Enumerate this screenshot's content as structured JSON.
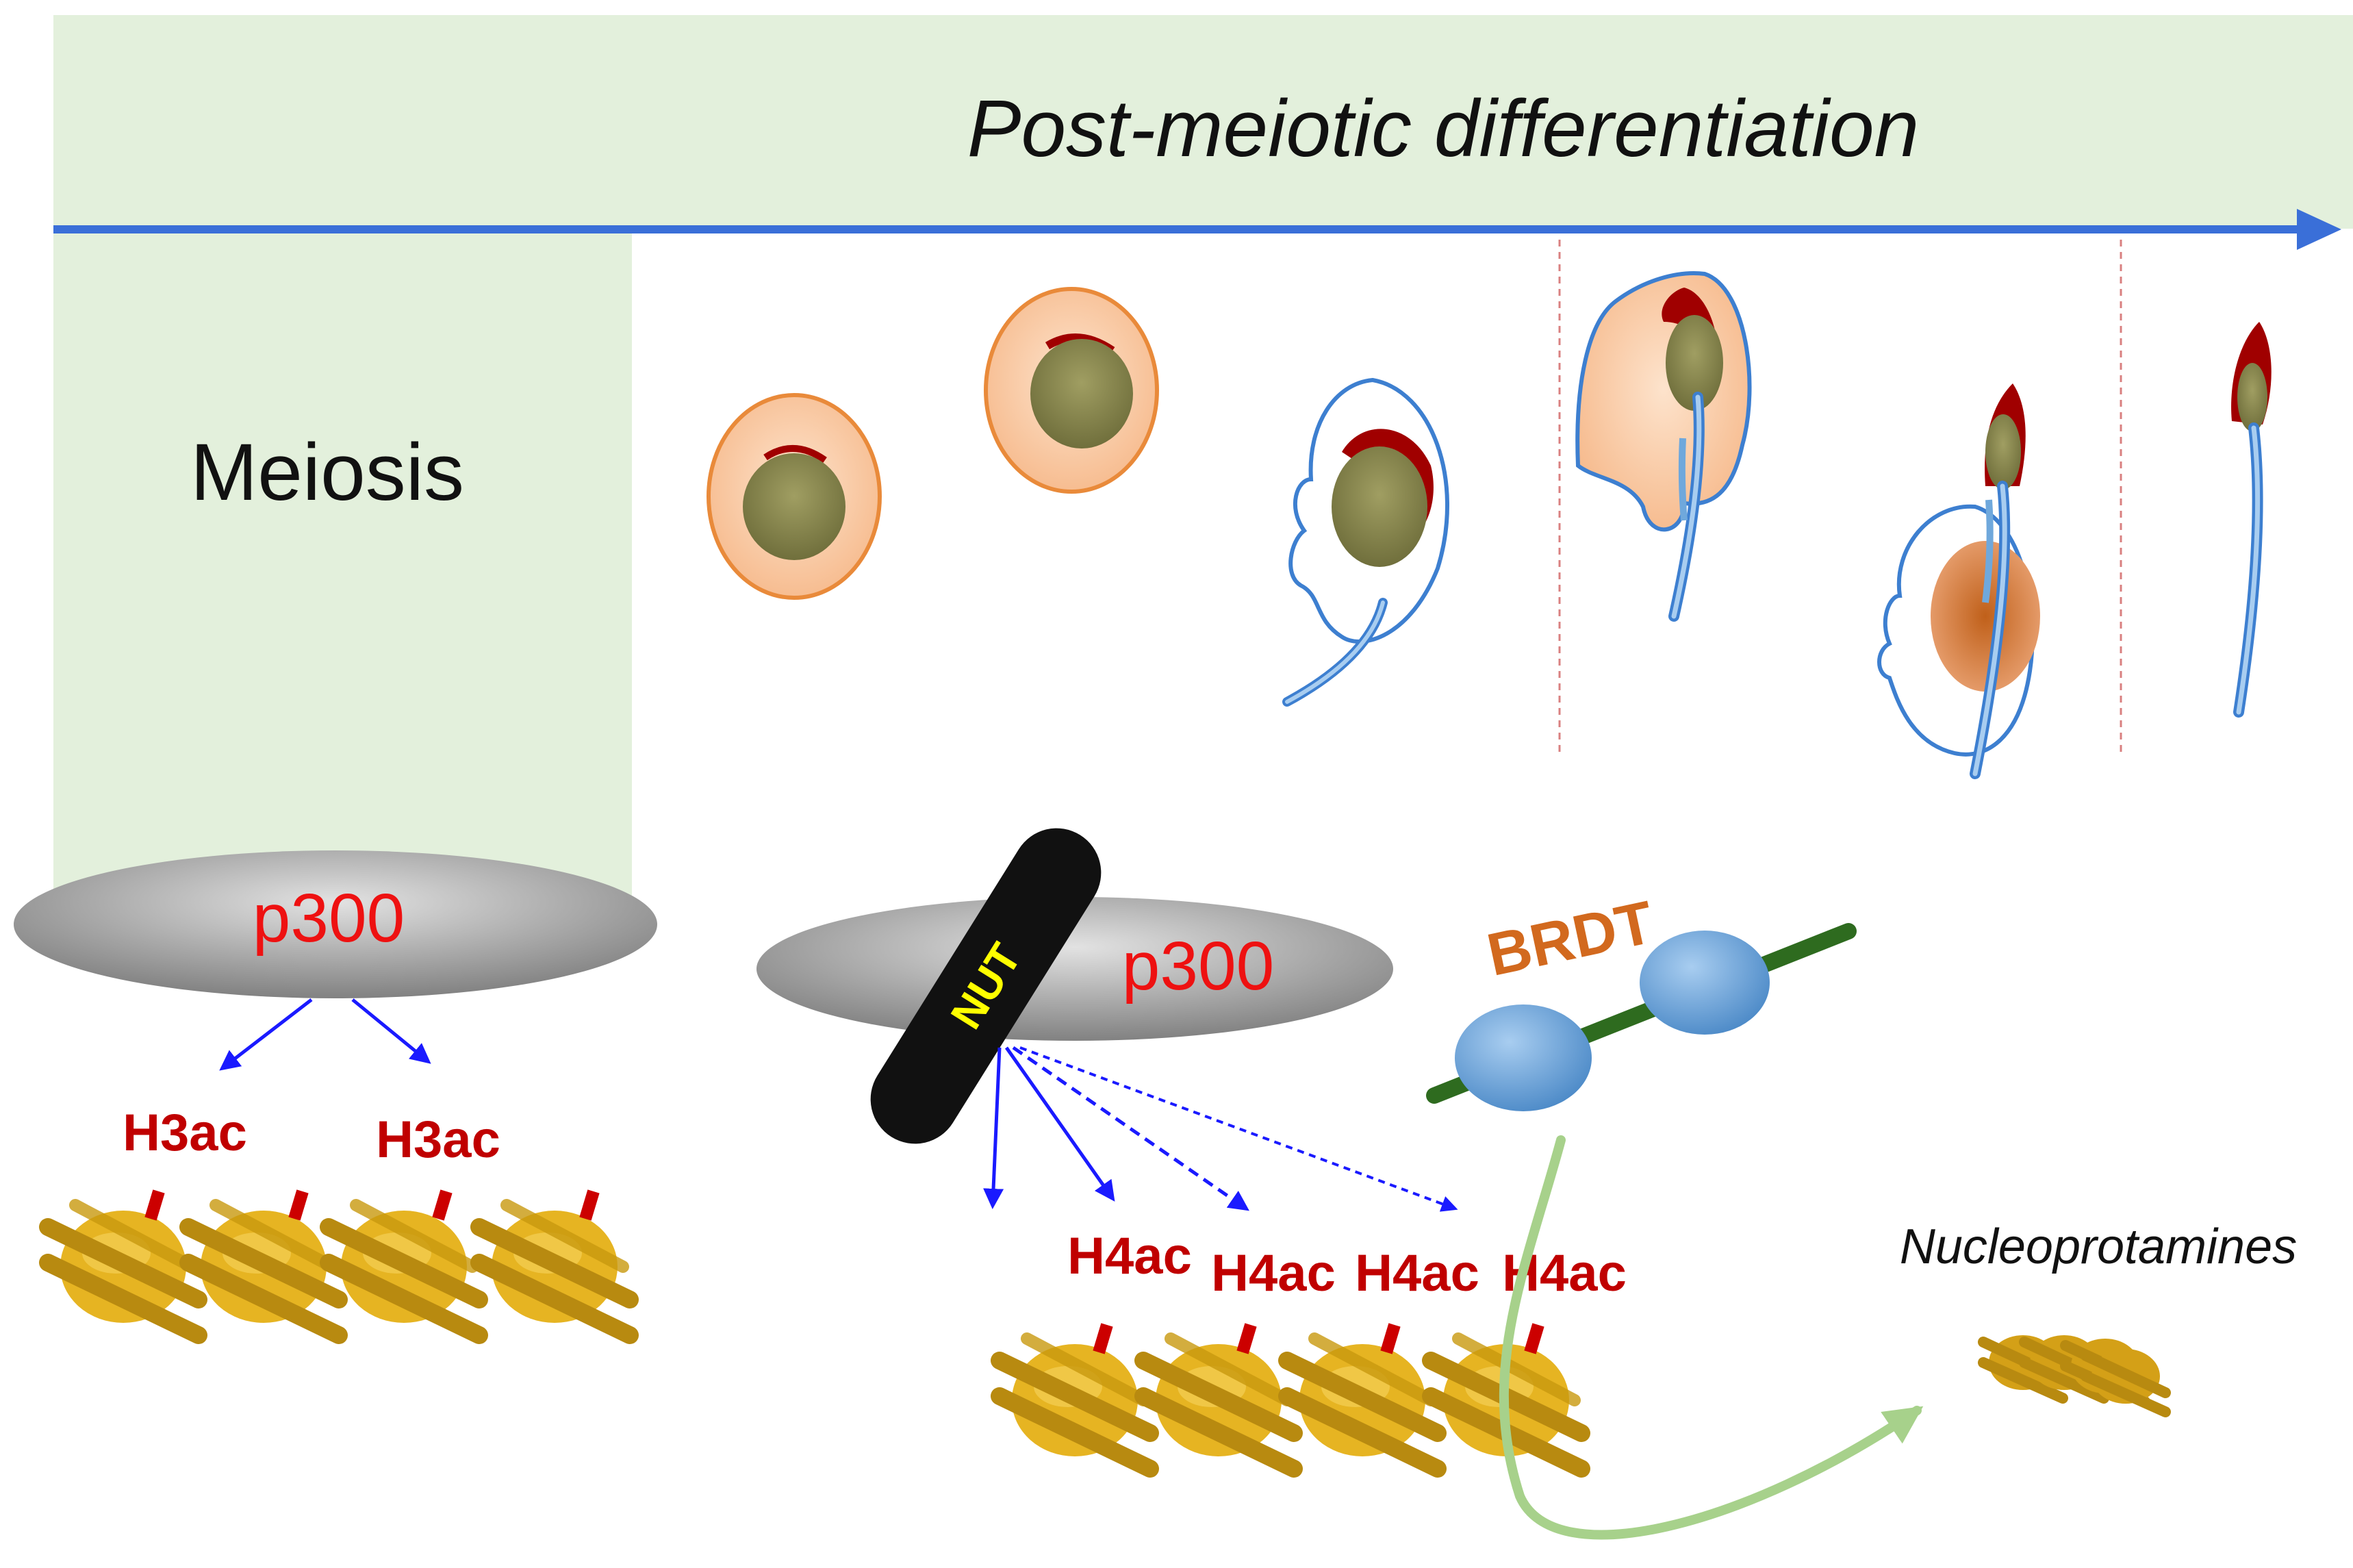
{
  "banner": {
    "title": "Post-meiotic differentiation"
  },
  "phase": {
    "meiosis_label": "Meiosis"
  },
  "meiosis_complex": {
    "enzyme_label": "p300",
    "marks": [
      "H3ac",
      "H3ac"
    ]
  },
  "spermatid_complex": {
    "adaptor_label": "NUT",
    "enzyme_label": "p300",
    "marks": [
      "H4ac",
      "H4ac",
      "H4ac",
      "H4ac"
    ]
  },
  "reader": {
    "label": "BRDT"
  },
  "product": {
    "label": "Nucleoprotamines"
  },
  "colors": {
    "banner_bg": "#e3f0dc",
    "timeline_arrow": "#3a6fd8",
    "p300_text": "#ee1111",
    "nut_text": "#ffff00",
    "brdt_text": "#d2691e",
    "acetyl_text": "#c00000",
    "nucleosome": "#d4a017",
    "acetyl_tag": "#cc0000",
    "flagellum": "#6fa8dc",
    "acrosome": "#a00000",
    "nucleus": "#8b8a4e",
    "cytoplasm": "#f9c9a4",
    "green_arrow": "#a7d18b"
  }
}
